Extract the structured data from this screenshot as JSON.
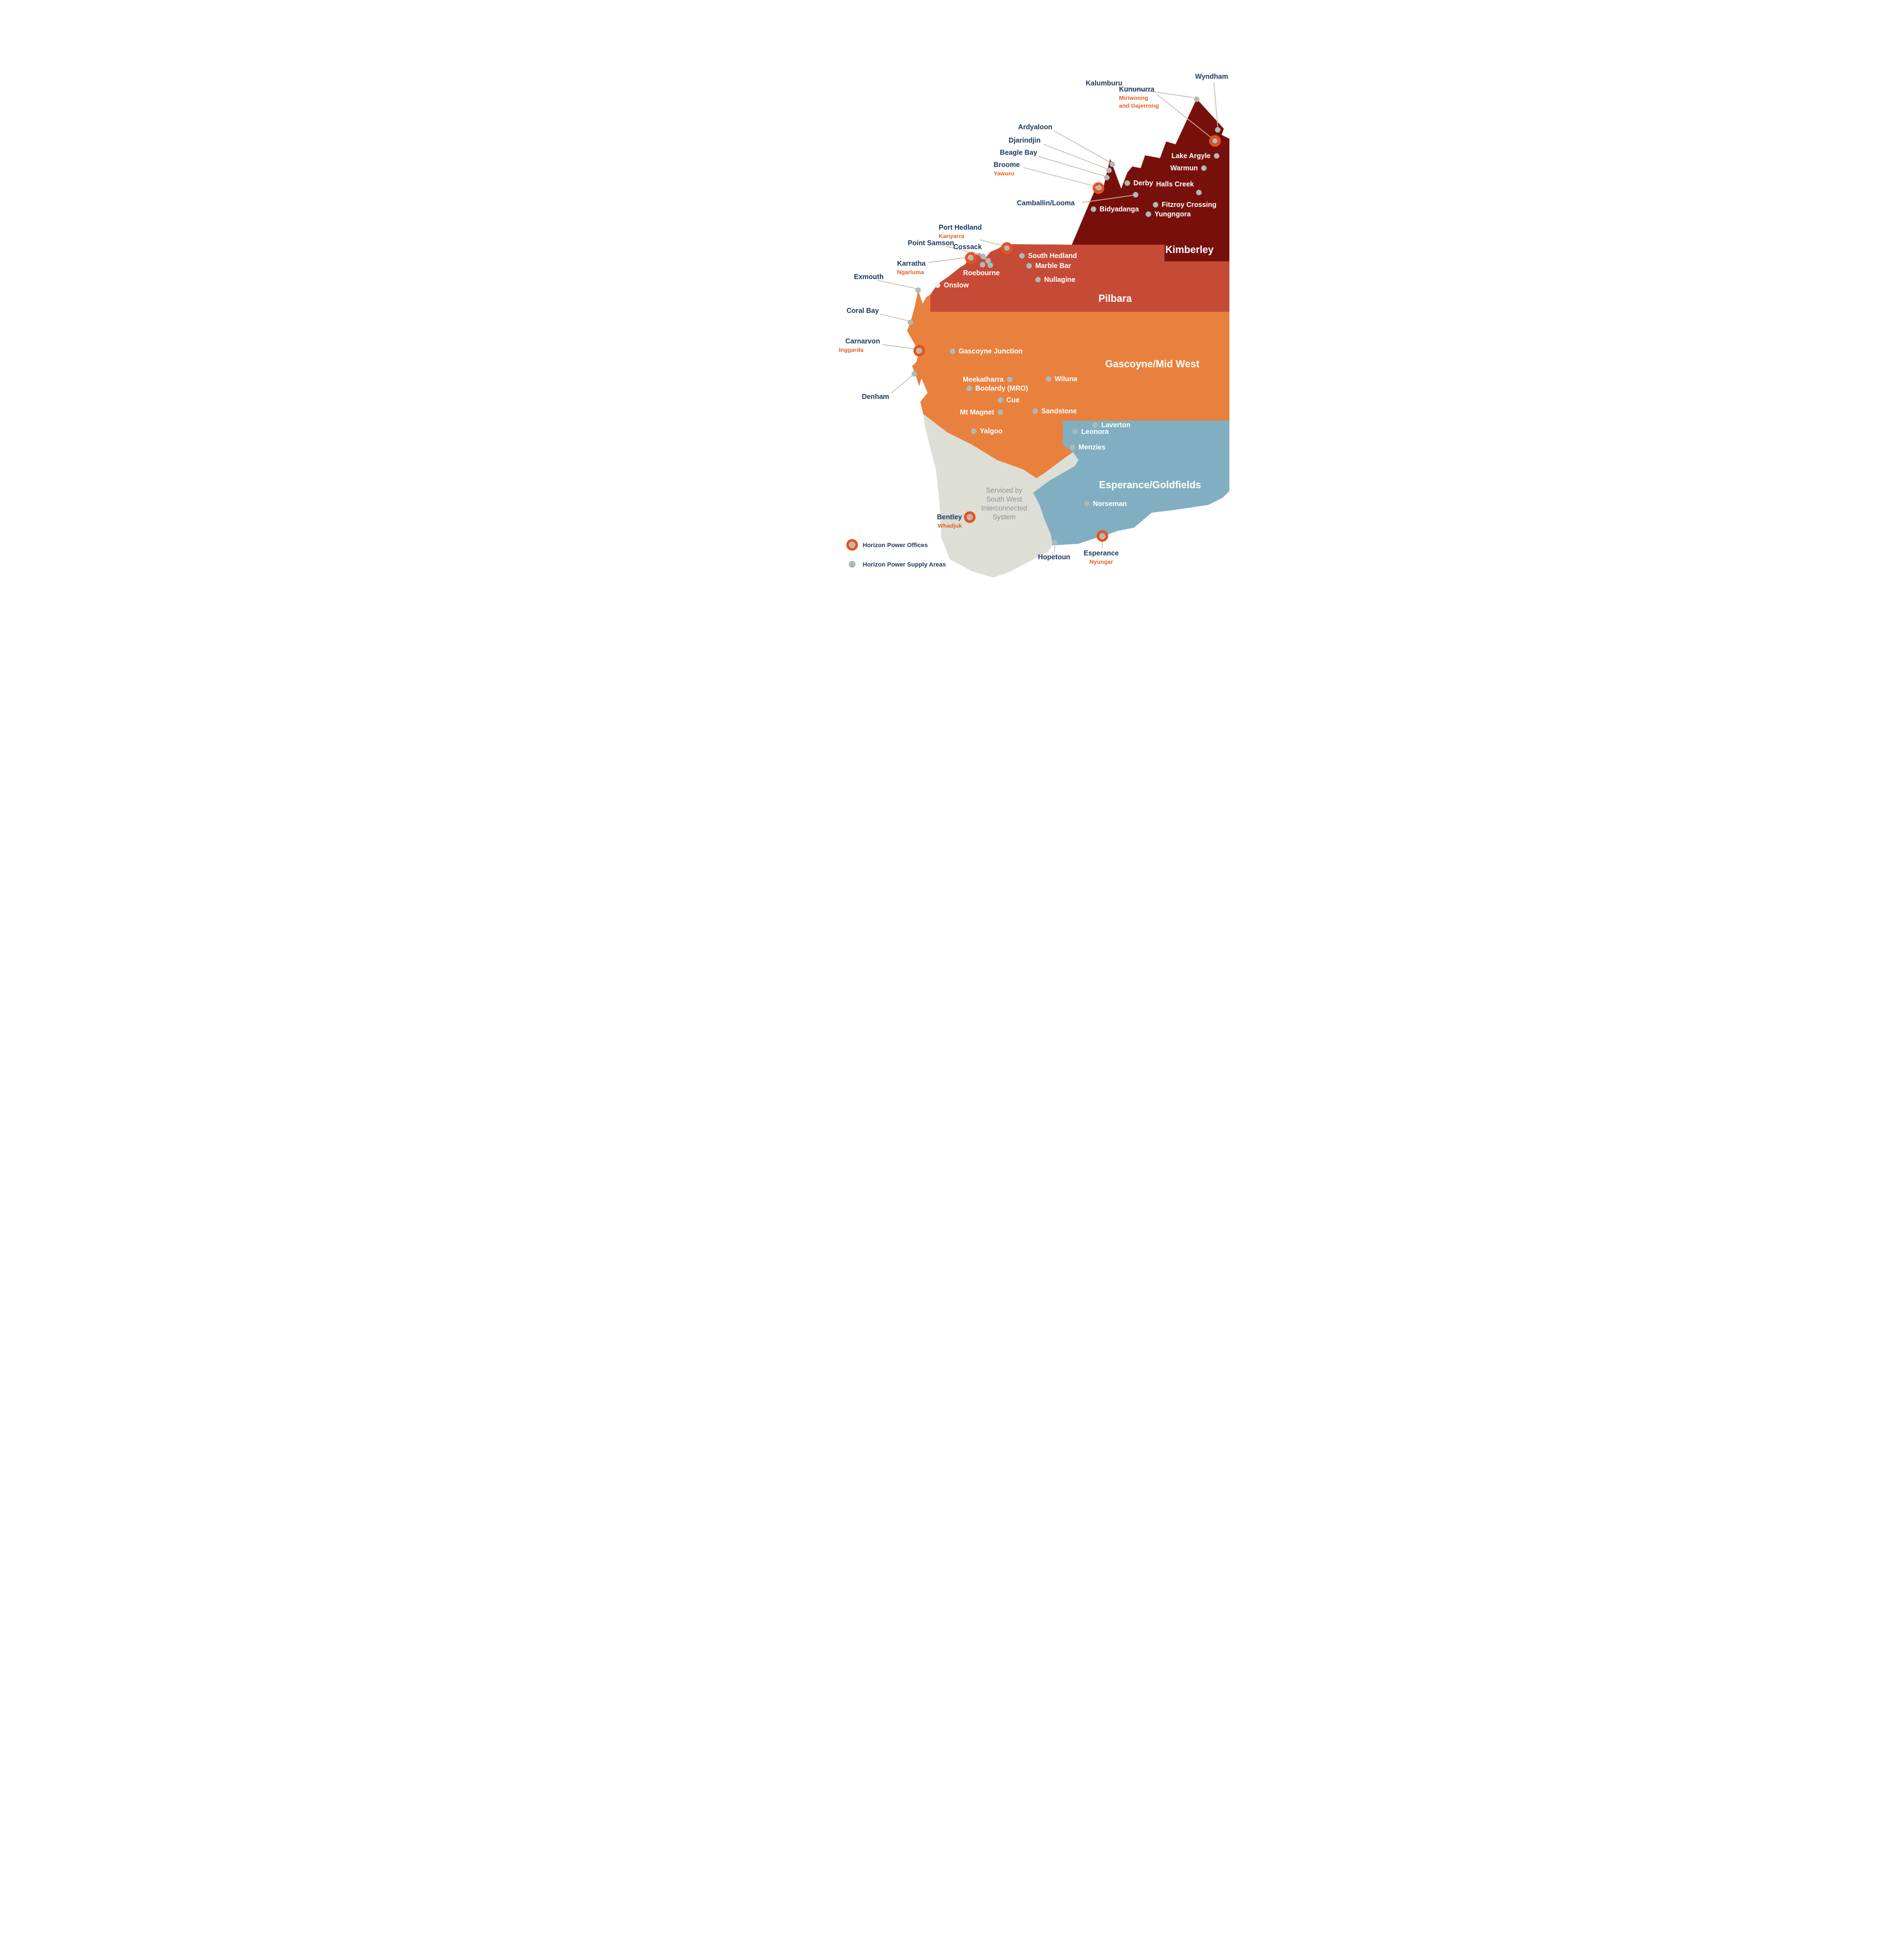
{
  "colors": {
    "kimberley": "#77100A",
    "pilbara": "#C64B37",
    "gascoyne": "#E8813E",
    "esperance_goldfields": "#81AEC1",
    "swis": "#DDDED6",
    "office_ring": "#E8521E",
    "supply_dot": "#B0BAB5",
    "supply_dot_light": "#EFECE6",
    "town_label_navy": "#1B3A5F",
    "traditional_owner_orange": "#E65E20",
    "leader_line": "#C7B9AF",
    "swis_text_grey": "#8F9399",
    "region_label_white": "#FFFFFF"
  },
  "regions": {
    "kimberley": {
      "label": "Kimberley"
    },
    "pilbara": {
      "label": "Pilbara"
    },
    "gascoyne": {
      "label": "Gascoyne/Mid West"
    },
    "esperance_goldfields": {
      "label": "Esperance/Goldfields"
    },
    "swis": {
      "line1": "Serviced by",
      "line2": "South West",
      "line3": "Interconnected",
      "line4": "System"
    }
  },
  "legend": {
    "offices": "Horizon Power Offices",
    "supply_areas": "Horizon Power Supply Areas"
  },
  "towns": {
    "kalumburu": {
      "name": "Kalumburu"
    },
    "wyndham": {
      "name": "Wyndham"
    },
    "kununurra": {
      "name": "Kununurra",
      "sub1": "Miriwoong",
      "sub2": "and Gajerrong"
    },
    "lake_argyle": {
      "name": "Lake Argyle"
    },
    "warmun": {
      "name": "Warmun"
    },
    "halls_creek": {
      "name": "Halls Creek"
    },
    "derby": {
      "name": "Derby"
    },
    "camballin_looma": {
      "name": "Camballin/Looma"
    },
    "fitzroy_crossing": {
      "name": "Fitzroy Crossing"
    },
    "yungngora": {
      "name": "Yungngora"
    },
    "bidyadanga": {
      "name": "Bidyadanga"
    },
    "ardyaloon": {
      "name": "Ardyaloon"
    },
    "djarindjin": {
      "name": "Djarindjin"
    },
    "beagle_bay": {
      "name": "Beagle Bay"
    },
    "broome": {
      "name": "Broome",
      "sub": "Yawuru"
    },
    "port_hedland": {
      "name": "Port Hedland",
      "sub": "Kariyarra"
    },
    "south_hedland": {
      "name": "South Hedland"
    },
    "marble_bar": {
      "name": "Marble Bar"
    },
    "nullagine": {
      "name": "Nullagine"
    },
    "point_samson": {
      "name": "Point Samson"
    },
    "cossack": {
      "name": "Cossack"
    },
    "karratha": {
      "name": "Karratha",
      "sub": "Ngarluma"
    },
    "roebourne": {
      "name": "Roebourne"
    },
    "onslow": {
      "name": "Onslow"
    },
    "exmouth": {
      "name": "Exmouth"
    },
    "coral_bay": {
      "name": "Coral Bay"
    },
    "carnarvon": {
      "name": "Carnarvon",
      "sub": "Inggarda"
    },
    "gascoyne_junction": {
      "name": "Gascoyne Junction"
    },
    "denham": {
      "name": "Denham"
    },
    "meekatharra": {
      "name": "Meekatharra"
    },
    "wiluna": {
      "name": "Wiluna"
    },
    "boolardy": {
      "name": "Boolardy (MRO)"
    },
    "cue": {
      "name": "Cue"
    },
    "mt_magnet": {
      "name": "Mt Magnet"
    },
    "sandstone": {
      "name": "Sandstone"
    },
    "yalgoo": {
      "name": "Yalgoo"
    },
    "laverton": {
      "name": "Laverton"
    },
    "leonora": {
      "name": "Leonora"
    },
    "menzies": {
      "name": "Menzies"
    },
    "norseman": {
      "name": "Norseman"
    },
    "esperance": {
      "name": "Esperance",
      "sub": "Nyungar"
    },
    "hopetoun": {
      "name": "Hopetoun"
    },
    "bentley": {
      "name": "Bentley",
      "sub": "Whadjuk"
    }
  }
}
